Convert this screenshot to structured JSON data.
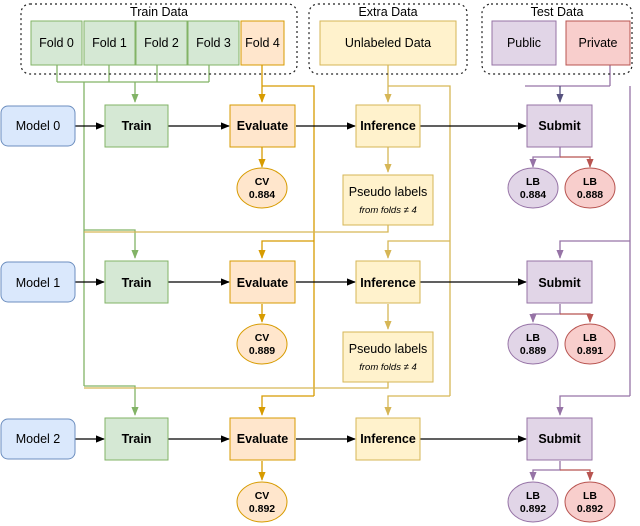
{
  "groups": {
    "train": "Train Data",
    "extra": "Extra Data",
    "test": "Test Data"
  },
  "folds": [
    "Fold 0",
    "Fold 1",
    "Fold 2",
    "Fold 3",
    "Fold 4"
  ],
  "unlabeled": "Unlabeled Data",
  "test_splits": {
    "public": "Public",
    "private": "Private"
  },
  "models": [
    "Model 0",
    "Model 1",
    "Model 2"
  ],
  "steps": {
    "train": "Train",
    "evaluate": "Evaluate",
    "inference": "Inference",
    "submit": "Submit"
  },
  "pseudo": {
    "title": "Pseudo labels",
    "note": "from folds ≠ 4"
  },
  "rows": [
    {
      "cv_label": "CV",
      "cv": "0.884",
      "lb_label": "LB",
      "lb_public": "0.884",
      "lb_private": "0.888"
    },
    {
      "cv_label": "CV",
      "cv": "0.889",
      "lb_label": "LB",
      "lb_public": "0.889",
      "lb_private": "0.891"
    },
    {
      "cv_label": "CV",
      "cv": "0.892",
      "lb_label": "LB",
      "lb_public": "0.892",
      "lb_private": "0.892"
    }
  ],
  "colors": {
    "green_fill": "#d5e8d4",
    "green_line": "#82b366",
    "orange_fill": "#ffe6cc",
    "orange_line": "#d79b00",
    "yellow_fill": "#fff2cc",
    "yellow_line": "#d6b656",
    "purple_fill": "#e1d5e7",
    "purple_line": "#9673a6",
    "red_fill": "#f8cecc",
    "red_line": "#b85450",
    "blue_fill": "#dae8fc",
    "blue_line": "#6c8ebf"
  }
}
